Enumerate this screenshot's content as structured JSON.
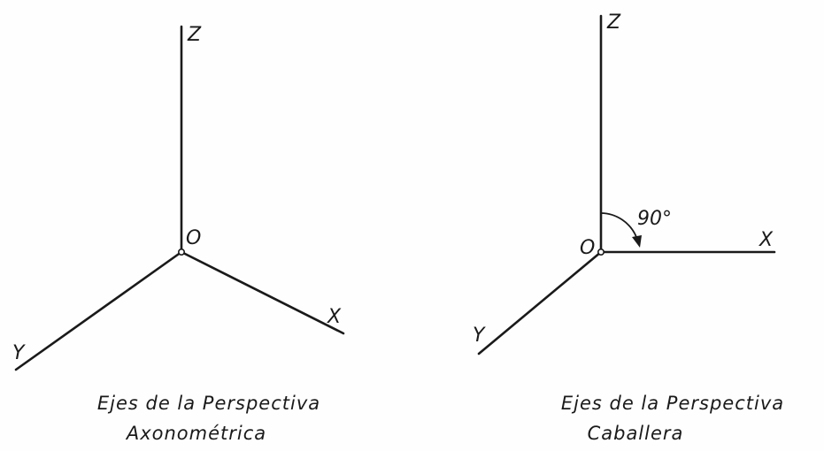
{
  "left_figure": {
    "z_label": "Z",
    "x_label": "X",
    "y_label": "Y",
    "origin_label": "O",
    "caption_line1": "Ejes de la Perspectiva",
    "caption_line2": "Axonométrica"
  },
  "right_figure": {
    "z_label": "Z",
    "x_label": "X",
    "y_label": "Y",
    "origin_label": "O",
    "angle_label": "90°",
    "caption_line1": "Ejes de la Perspectiva",
    "caption_line2": "Caballera"
  }
}
